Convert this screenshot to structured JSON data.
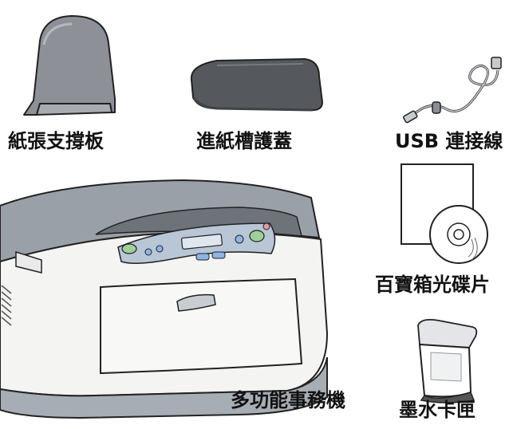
{
  "items": {
    "paper_support": {
      "label": "紙張支撐板"
    },
    "feeder_cover": {
      "label": "進紙槽護蓋"
    },
    "usb_cable": {
      "label": "USB 連接線"
    },
    "cd": {
      "label": "百寶箱光碟片"
    },
    "printer": {
      "label": "多功能事務機"
    },
    "ink": {
      "label": "墨水卡匣"
    }
  },
  "colors": {
    "outline": "#222222",
    "gray_dark": "#6f7378",
    "gray_mid": "#9fa4ab",
    "gray_light": "#d9dce0",
    "body": "#f4f4f2",
    "panel_blue": "#b8c6d6",
    "btn_green": "#9fd09a",
    "btn_blue": "#8fb4e6"
  }
}
